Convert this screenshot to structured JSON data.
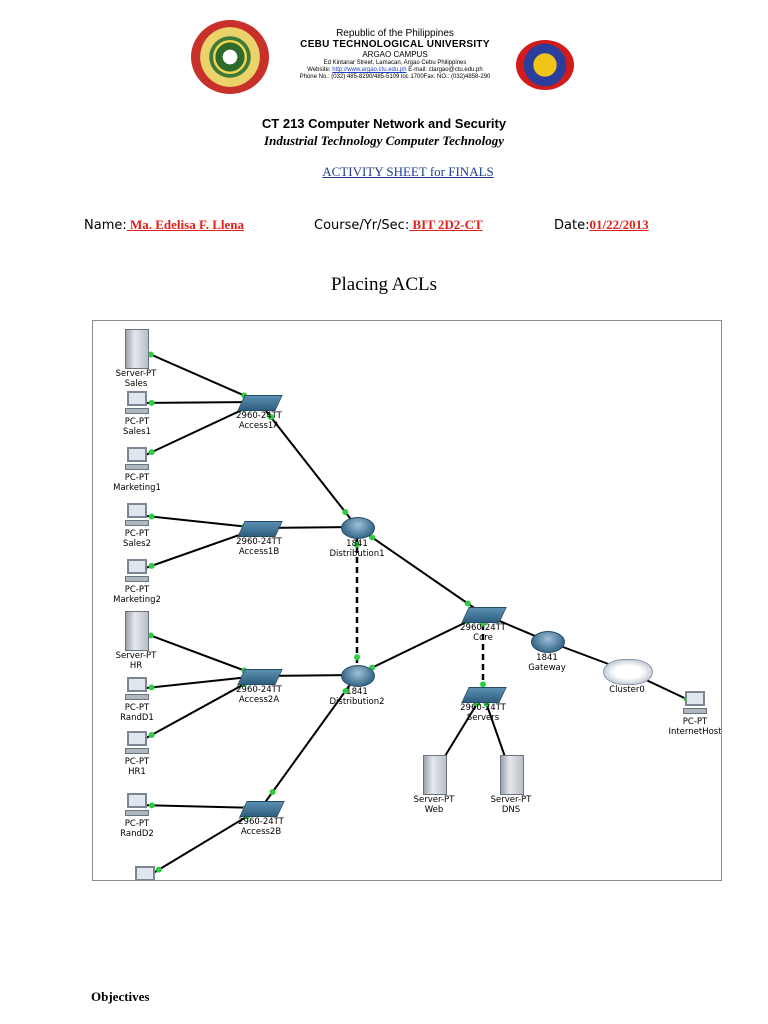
{
  "header": {
    "republic": "Republic of the Philippines",
    "university": "CEBU TECHNOLOGICAL UNIVERSITY",
    "campus": "ARGAO CAMPUS",
    "address": "Ed Kintanar Street, Lamacan, Argao Cebu Philippines",
    "website_label": "Website:",
    "website": "http://www.argao.ctu.edu.ph",
    "email": "E-mail: ctargao@ctu.edu.ph",
    "phone": "Phone No.: (032) 485-8290/485-5109 loc 1700Fax. NO.: (032)4858-290"
  },
  "course_title": "CT 213 Computer Network and Security",
  "program": "Industrial Technology Computer Technology",
  "activity": "ACTIVITY SHEET for FINALS",
  "fields": {
    "name_label": "Name:",
    "name_value": " Ma. Edelisa F. Llena ",
    "course_label": "Course/Yr/Sec:",
    "course_value": " BIT 2D2-CT ",
    "date_label": "Date:",
    "date_value": "01/22/2013"
  },
  "section_title": "Placing ACLs",
  "objectives": "Objectives",
  "diagram": {
    "nodes": [
      {
        "id": "server-sales",
        "type": "server",
        "l1": "Server-PT",
        "l2": "Sales"
      },
      {
        "id": "pc-sales1",
        "type": "pc",
        "l1": "PC-PT",
        "l2": "Sales1"
      },
      {
        "id": "pc-marketing1",
        "type": "pc",
        "l1": "PC-PT",
        "l2": "Marketing1"
      },
      {
        "id": "pc-sales2",
        "type": "pc",
        "l1": "PC-PT",
        "l2": "Sales2"
      },
      {
        "id": "pc-marketing2",
        "type": "pc",
        "l1": "PC-PT",
        "l2": "Marketing2"
      },
      {
        "id": "server-hr",
        "type": "server",
        "l1": "Server-PT",
        "l2": "HR"
      },
      {
        "id": "pc-randd1",
        "type": "pc",
        "l1": "PC-PT",
        "l2": "RandD1"
      },
      {
        "id": "pc-hr1",
        "type": "pc",
        "l1": "PC-PT",
        "l2": "HR1"
      },
      {
        "id": "pc-randd2",
        "type": "pc",
        "l1": "PC-PT",
        "l2": "RandD2"
      },
      {
        "id": "pc-partial",
        "type": "pc",
        "l1": "",
        "l2": ""
      },
      {
        "id": "switch-access1a",
        "type": "switch",
        "l1": "2960-24TT",
        "l2": "Access1A"
      },
      {
        "id": "switch-access1b",
        "type": "switch",
        "l1": "2960-24TT",
        "l2": "Access1B"
      },
      {
        "id": "switch-access2a",
        "type": "switch",
        "l1": "2960-24TT",
        "l2": "Access2A"
      },
      {
        "id": "switch-access2b",
        "type": "switch",
        "l1": "2960-24TT",
        "l2": "Access2B"
      },
      {
        "id": "router-distribution1",
        "type": "router",
        "l1": "1841",
        "l2": "Distribution1"
      },
      {
        "id": "router-distribution2",
        "type": "router",
        "l1": "1841",
        "l2": "Distribution2"
      },
      {
        "id": "switch-core",
        "type": "switch",
        "l1": "2960-24TT",
        "l2": "Core"
      },
      {
        "id": "switch-servers",
        "type": "switch",
        "l1": "2960-24TT",
        "l2": "Servers"
      },
      {
        "id": "server-web",
        "type": "server",
        "l1": "Server-PT",
        "l2": "Web"
      },
      {
        "id": "server-dns",
        "type": "server",
        "l1": "Server-PT",
        "l2": "DNS"
      },
      {
        "id": "router-gateway",
        "type": "router",
        "l1": "1841",
        "l2": "Gateway"
      },
      {
        "id": "cloud-cluster0",
        "type": "cloud",
        "l1": "Cluster0",
        "l2": ""
      },
      {
        "id": "pc-internethost",
        "type": "pc",
        "l1": "PC-PT",
        "l2": "InternetHost"
      }
    ]
  }
}
